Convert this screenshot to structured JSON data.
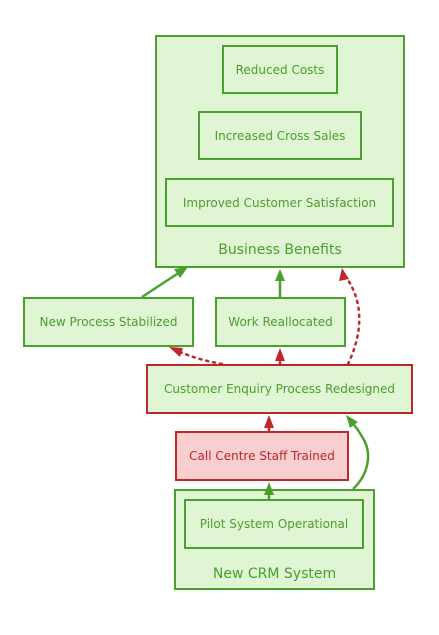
{
  "colors": {
    "green": "#4aa02c",
    "red": "#c0272d",
    "fill_green": "#dff5d3",
    "fill_red": "#f8cece"
  },
  "clusters": {
    "business_benefits": {
      "label": "Business Benefits"
    },
    "new_crm_system": {
      "label": "New CRM System"
    }
  },
  "nodes": {
    "reduced_costs": "Reduced Costs",
    "increased_cross_sales": "Increased Cross Sales",
    "improved_customer_satisfaction": "Improved Customer Satisfaction",
    "new_process_stabilized": "New Process Stabilized",
    "work_reallocated": "Work Reallocated",
    "customer_enquiry_process_redesigned": "Customer Enquiry Process Redesigned",
    "call_centre_staff_trained": "Call Centre Staff Trained",
    "pilot_system_operational": "Pilot System Operational"
  }
}
